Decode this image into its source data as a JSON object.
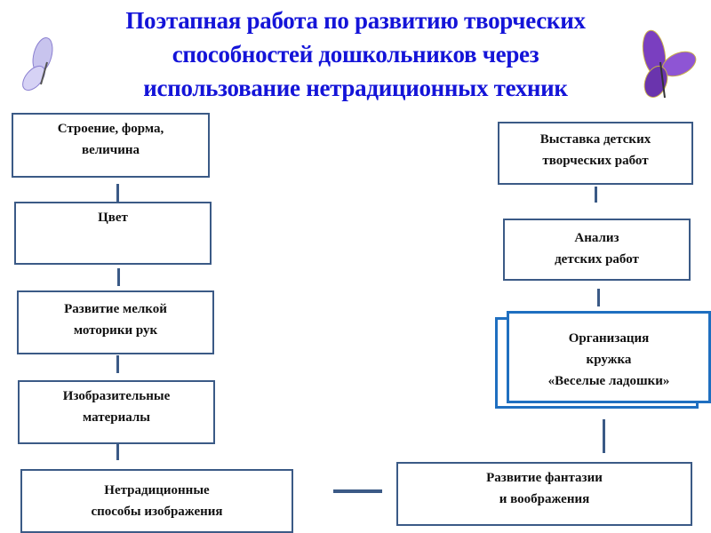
{
  "title": [
    "Поэтапная работа по развитию творческих",
    "способностей дошкольников через",
    "использование нетрадиционных техник"
  ],
  "left_steps": [
    {
      "lines": [
        "Строение, форма,",
        "величина"
      ]
    },
    {
      "lines": [
        "Цвет"
      ]
    },
    {
      "lines": [
        "Развитие мелкой",
        "моторики рук"
      ]
    },
    {
      "lines": [
        "Изобразительные",
        "материалы"
      ]
    },
    {
      "lines": [
        "Нетрадиционные",
        "способы изображения"
      ]
    }
  ],
  "right_steps": [
    {
      "lines": [
        "Развитие фантазии",
        "и воображения"
      ]
    },
    {
      "lines": [
        "Организация",
        "кружка",
        "«Веселые ладошки»"
      ]
    },
    {
      "lines": [
        "Анализ",
        "детских работ"
      ]
    },
    {
      "lines": [
        "Выставка детских",
        "творческих работ"
      ]
    }
  ],
  "colors": {
    "title": "#1414d8",
    "border": "#3b5a86",
    "accent": "#1f6fc0"
  }
}
